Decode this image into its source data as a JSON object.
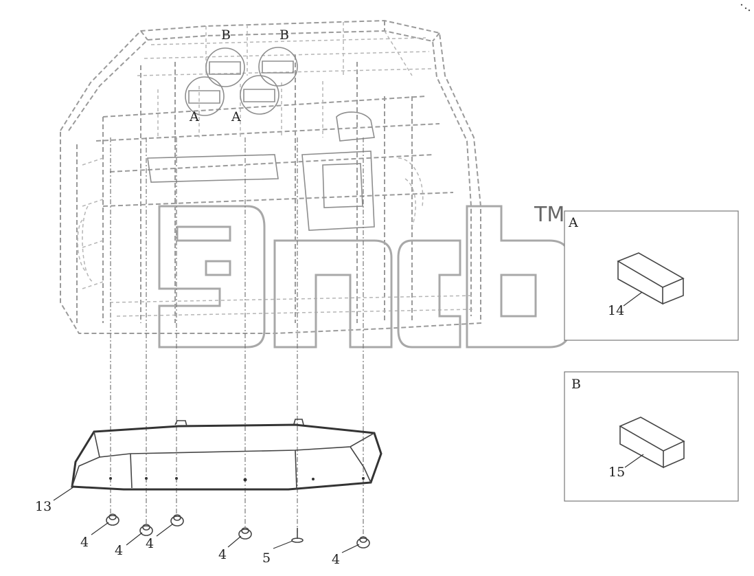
{
  "watermark": {
    "text": "TM"
  },
  "detail_refs": {
    "top_left": "B",
    "top_right": "B",
    "mid_left": "A",
    "mid_right": "A"
  },
  "detail_panels": {
    "a": {
      "label": "A",
      "part_number": "14"
    },
    "b": {
      "label": "B",
      "part_number": "15"
    }
  },
  "callouts": {
    "headliner": "13",
    "fastener_1": "4",
    "fastener_2": "4",
    "fastener_3": "4",
    "fastener_4": "4",
    "screw": "5",
    "fastener_5": "4"
  }
}
